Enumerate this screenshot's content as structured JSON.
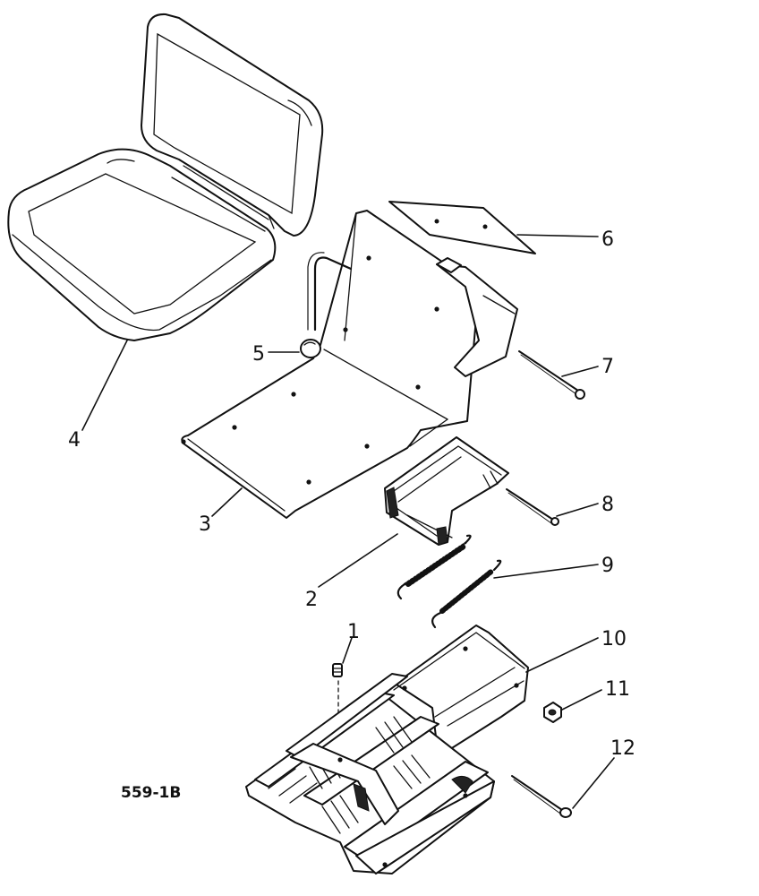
{
  "diagram": {
    "reference_code": "559-1B",
    "callouts": [
      {
        "number": "1"
      },
      {
        "number": "2"
      },
      {
        "number": "3"
      },
      {
        "number": "4"
      },
      {
        "number": "5"
      },
      {
        "number": "6"
      },
      {
        "number": "7"
      },
      {
        "number": "8"
      },
      {
        "number": "9"
      },
      {
        "number": "10"
      },
      {
        "number": "11"
      },
      {
        "number": "12"
      }
    ]
  }
}
